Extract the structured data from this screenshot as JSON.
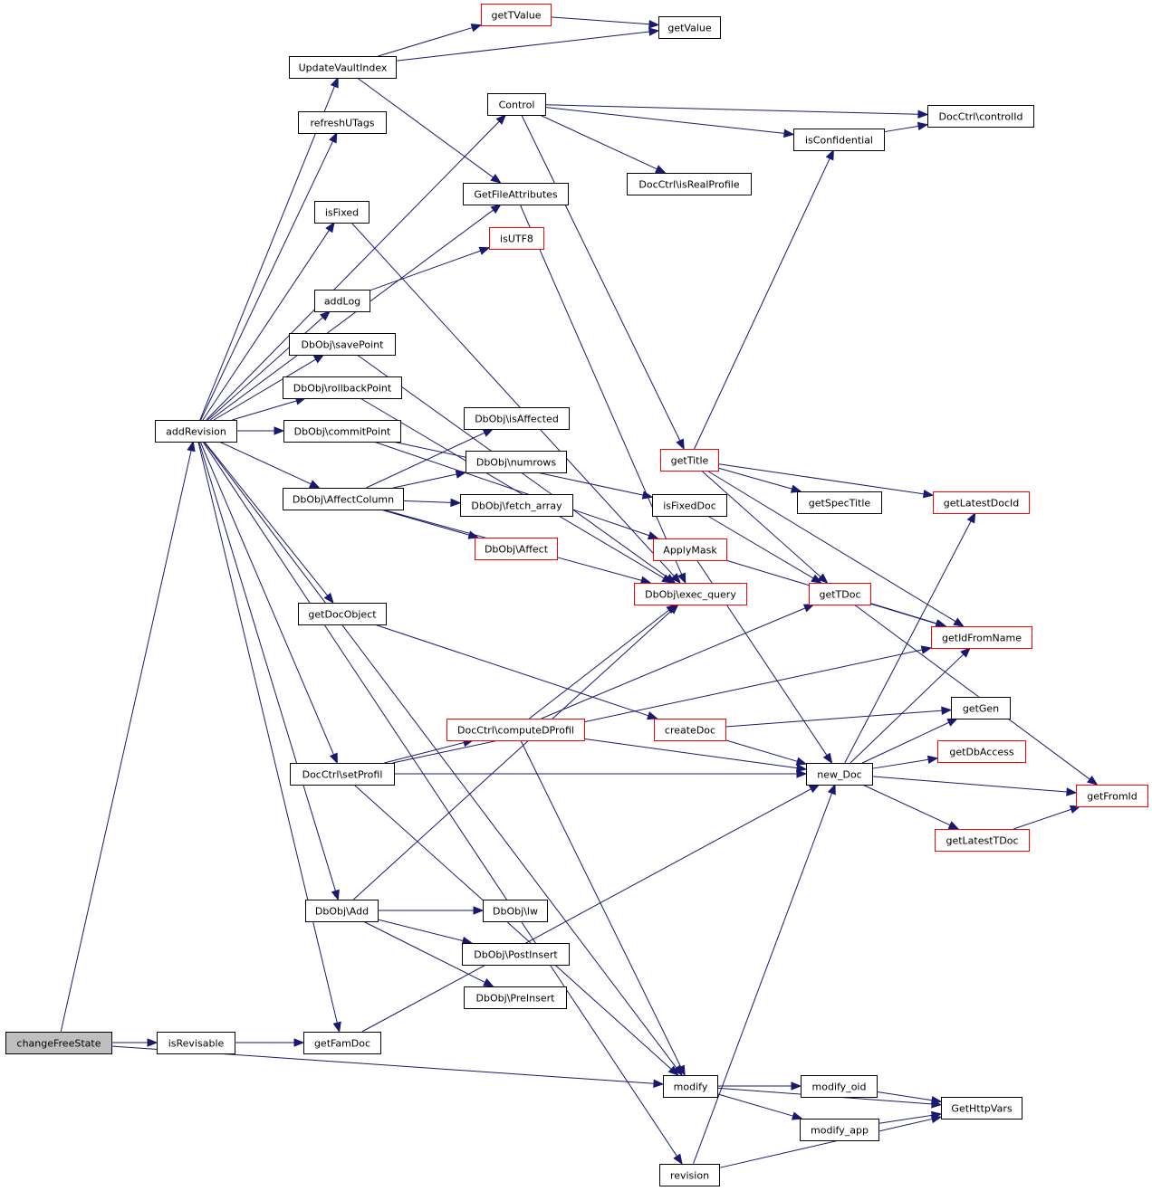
{
  "colors": {
    "edge": "#191970",
    "border_normal": "#000000",
    "border_truncated": "#ff0000",
    "fill_root": "#bfbfbf",
    "fill_normal": "#ffffff"
  },
  "nodes": {
    "changeFreeState": {
      "label": "changeFreeState",
      "root": true
    },
    "isRevisable": {
      "label": "isRevisable"
    },
    "addRevision": {
      "label": "addRevision"
    },
    "getFamDoc": {
      "label": "getFamDoc"
    },
    "UpdateVaultIndex": {
      "label": "UpdateVaultIndex"
    },
    "getTValue": {
      "label": "getTValue",
      "truncated": true
    },
    "getValue": {
      "label": "getValue"
    },
    "refreshUTags": {
      "label": "refreshUTags"
    },
    "Control": {
      "label": "Control"
    },
    "DocCtrl_controlId": {
      "label": "DocCtrl\\controlId"
    },
    "isConfidential": {
      "label": "isConfidential"
    },
    "DocCtrl_isRealProfile": {
      "label": "DocCtrl\\isRealProfile"
    },
    "isFixed": {
      "label": "isFixed"
    },
    "GetFileAttributes": {
      "label": "GetFileAttributes"
    },
    "isUTF8": {
      "label": "isUTF8",
      "truncated": true
    },
    "addLog": {
      "label": "addLog"
    },
    "DbObj_savePoint": {
      "label": "DbObj\\savePoint"
    },
    "DbObj_rollbackPoint": {
      "label": "DbObj\\rollbackPoint"
    },
    "DbObj_commitPoint": {
      "label": "DbObj\\commitPoint"
    },
    "DbObj_isAffected": {
      "label": "DbObj\\isAffected"
    },
    "DbObj_numrows": {
      "label": "DbObj\\numrows"
    },
    "DbObj_AffectColumn": {
      "label": "DbObj\\AffectColumn"
    },
    "DbObj_fetch_array": {
      "label": "DbObj\\fetch_array"
    },
    "DbObj_Affect": {
      "label": "DbObj\\Affect",
      "truncated": true
    },
    "getTitle": {
      "label": "getTitle",
      "truncated": true
    },
    "getSpecTitle": {
      "label": "getSpecTitle"
    },
    "getLatestDocId": {
      "label": "getLatestDocId",
      "truncated": true
    },
    "isFixedDoc": {
      "label": "isFixedDoc"
    },
    "ApplyMask": {
      "label": "ApplyMask",
      "truncated": true
    },
    "DbObj_exec_query": {
      "label": "DbObj\\exec_query",
      "truncated": true
    },
    "getTDoc": {
      "label": "getTDoc",
      "truncated": true
    },
    "getIdFromName": {
      "label": "getIdFromName",
      "truncated": true
    },
    "getDocObject": {
      "label": "getDocObject"
    },
    "getGen": {
      "label": "getGen"
    },
    "DocCtrl_computeDProfil": {
      "label": "DocCtrl\\computeDProfil",
      "truncated": true
    },
    "createDoc": {
      "label": "createDoc",
      "truncated": true
    },
    "getDbAccess": {
      "label": "getDbAccess",
      "truncated": true
    },
    "DocCtrl_setProfil": {
      "label": "DocCtrl\\setProfil"
    },
    "new_Doc": {
      "label": "new_Doc"
    },
    "getFromId": {
      "label": "getFromId",
      "truncated": true
    },
    "getLatestTDoc": {
      "label": "getLatestTDoc",
      "truncated": true
    },
    "DbObj_Add": {
      "label": "DbObj\\Add"
    },
    "DbObj_lw": {
      "label": "DbObj\\lw"
    },
    "DbObj_PostInsert": {
      "label": "DbObj\\PostInsert"
    },
    "DbObj_PreInsert": {
      "label": "DbObj\\PreInsert"
    },
    "modify": {
      "label": "modify"
    },
    "modify_oid": {
      "label": "modify_oid"
    },
    "modify_app": {
      "label": "modify_app"
    },
    "GetHttpVars": {
      "label": "GetHttpVars"
    },
    "revision": {
      "label": "revision"
    }
  },
  "edges": [
    [
      "changeFreeState",
      "isRevisable"
    ],
    [
      "changeFreeState",
      "addRevision"
    ],
    [
      "changeFreeState",
      "modify"
    ],
    [
      "isRevisable",
      "getFamDoc"
    ],
    [
      "addRevision",
      "UpdateVaultIndex"
    ],
    [
      "addRevision",
      "refreshUTags"
    ],
    [
      "addRevision",
      "Control"
    ],
    [
      "addRevision",
      "isFixed"
    ],
    [
      "addRevision",
      "GetFileAttributes"
    ],
    [
      "addRevision",
      "addLog"
    ],
    [
      "addRevision",
      "DbObj_savePoint"
    ],
    [
      "addRevision",
      "DbObj_rollbackPoint"
    ],
    [
      "addRevision",
      "DbObj_commitPoint"
    ],
    [
      "addRevision",
      "DbObj_AffectColumn"
    ],
    [
      "addRevision",
      "getDocObject"
    ],
    [
      "addRevision",
      "DocCtrl_setProfil"
    ],
    [
      "addRevision",
      "DbObj_Add"
    ],
    [
      "addRevision",
      "getFamDoc"
    ],
    [
      "addRevision",
      "modify"
    ],
    [
      "addRevision",
      "revision"
    ],
    [
      "UpdateVaultIndex",
      "getTValue"
    ],
    [
      "UpdateVaultIndex",
      "getValue"
    ],
    [
      "UpdateVaultIndex",
      "GetFileAttributes"
    ],
    [
      "getTValue",
      "getValue"
    ],
    [
      "Control",
      "DocCtrl_controlId"
    ],
    [
      "Control",
      "isConfidential"
    ],
    [
      "Control",
      "DocCtrl_isRealProfile"
    ],
    [
      "Control",
      "getTitle"
    ],
    [
      "isConfidential",
      "DocCtrl_controlId"
    ],
    [
      "isFixed",
      "DbObj_exec_query"
    ],
    [
      "GetFileAttributes",
      "DbObj_exec_query"
    ],
    [
      "addLog",
      "isUTF8"
    ],
    [
      "DbObj_savePoint",
      "DbObj_exec_query"
    ],
    [
      "DbObj_rollbackPoint",
      "DbObj_exec_query"
    ],
    [
      "DbObj_commitPoint",
      "isFixedDoc"
    ],
    [
      "DbObj_commitPoint",
      "ApplyMask"
    ],
    [
      "DbObj_AffectColumn",
      "DbObj_isAffected"
    ],
    [
      "DbObj_AffectColumn",
      "DbObj_numrows"
    ],
    [
      "DbObj_AffectColumn",
      "DbObj_fetch_array"
    ],
    [
      "DbObj_AffectColumn",
      "DbObj_Affect"
    ],
    [
      "DbObj_AffectColumn",
      "DbObj_exec_query"
    ],
    [
      "getTitle",
      "isConfidential"
    ],
    [
      "getTitle",
      "getSpecTitle"
    ],
    [
      "getTitle",
      "getLatestDocId"
    ],
    [
      "getTitle",
      "getTDoc"
    ],
    [
      "getTitle",
      "getIdFromName"
    ],
    [
      "isFixedDoc",
      "getTDoc"
    ],
    [
      "ApplyMask",
      "getIdFromName"
    ],
    [
      "ApplyMask",
      "new_Doc"
    ],
    [
      "getTDoc",
      "getIdFromName"
    ],
    [
      "getTDoc",
      "getFromId"
    ],
    [
      "getDocObject",
      "createDoc"
    ],
    [
      "DocCtrl_computeDProfil",
      "DbObj_exec_query"
    ],
    [
      "DocCtrl_computeDProfil",
      "getTDoc"
    ],
    [
      "DocCtrl_computeDProfil",
      "new_Doc"
    ],
    [
      "DocCtrl_computeDProfil",
      "modify"
    ],
    [
      "createDoc",
      "getGen"
    ],
    [
      "createDoc",
      "new_Doc"
    ],
    [
      "DocCtrl_setProfil",
      "DocCtrl_computeDProfil"
    ],
    [
      "DocCtrl_setProfil",
      "getIdFromName"
    ],
    [
      "DocCtrl_setProfil",
      "new_Doc"
    ],
    [
      "DocCtrl_setProfil",
      "modify"
    ],
    [
      "new_Doc",
      "getLatestDocId"
    ],
    [
      "new_Doc",
      "getIdFromName"
    ],
    [
      "new_Doc",
      "getGen"
    ],
    [
      "new_Doc",
      "getDbAccess"
    ],
    [
      "new_Doc",
      "getFromId"
    ],
    [
      "new_Doc",
      "getLatestTDoc"
    ],
    [
      "getLatestTDoc",
      "getFromId"
    ],
    [
      "DbObj_Add",
      "DbObj_exec_query"
    ],
    [
      "DbObj_Add",
      "DbObj_lw"
    ],
    [
      "DbObj_Add",
      "DbObj_PostInsert"
    ],
    [
      "DbObj_Add",
      "DbObj_PreInsert"
    ],
    [
      "getFamDoc",
      "new_Doc"
    ],
    [
      "modify",
      "modify_oid"
    ],
    [
      "modify",
      "modify_app"
    ],
    [
      "modify",
      "GetHttpVars"
    ],
    [
      "modify_oid",
      "GetHttpVars"
    ],
    [
      "modify_app",
      "GetHttpVars"
    ],
    [
      "revision",
      "new_Doc"
    ],
    [
      "revision",
      "GetHttpVars"
    ]
  ]
}
